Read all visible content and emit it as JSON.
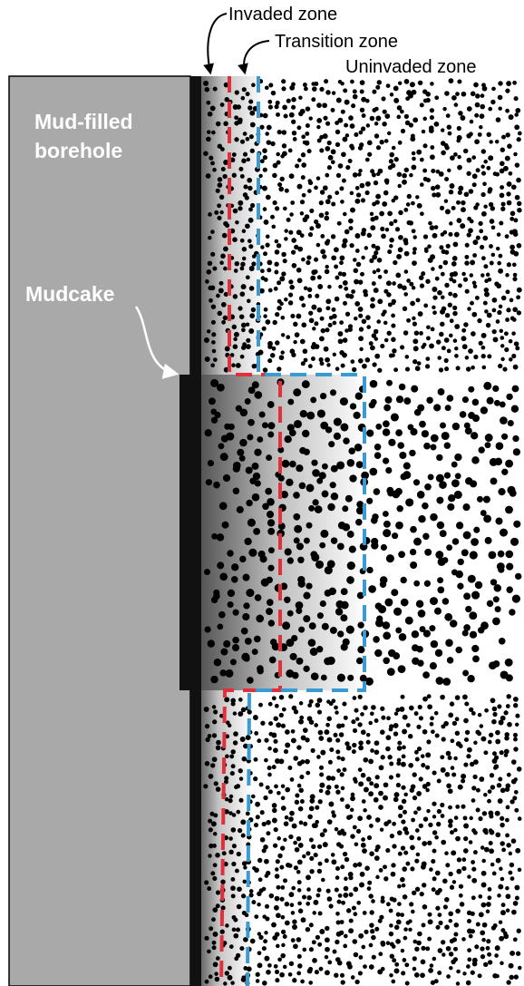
{
  "labels": {
    "invaded_zone": "Invaded zone",
    "transition_zone": "Transition zone",
    "uninvaded_zone": "Uninvaded zone",
    "borehole_line1": "Mud-filled",
    "borehole_line2": "borehole",
    "mudcake": "Mudcake"
  },
  "colors": {
    "borehole": "#a9a9a9",
    "mudcake": "#111111",
    "invaded_boundary": "#e0303a",
    "transition_boundary": "#3a9ad2",
    "grain": "#000000",
    "background": "#ffffff"
  },
  "layers": [
    {
      "name": "upper-shale-layer",
      "grain": "fine"
    },
    {
      "name": "permeable-layer",
      "grain": "coarse"
    },
    {
      "name": "lower-shale-layer",
      "grain": "fine"
    }
  ]
}
